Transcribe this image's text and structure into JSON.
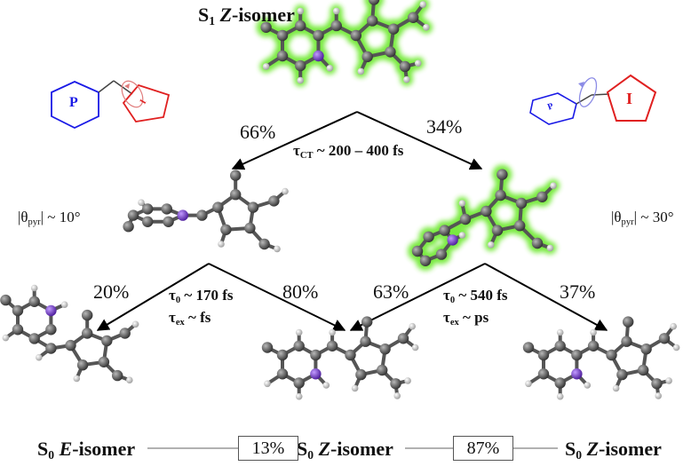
{
  "titles": {
    "s1": {
      "state": "S",
      "sub": "1",
      "iso": "Z",
      "suffix": "-isomer"
    },
    "s0_e": {
      "state": "S",
      "sub": "0",
      "iso": "E",
      "suffix": "-isomer"
    },
    "s0_z_mid": {
      "state": "S",
      "sub": "0",
      "iso": "Z",
      "suffix": "-isomer"
    },
    "s0_z_right": {
      "state": "S",
      "sub": "0",
      "iso": "Z",
      "suffix": "-isomer"
    }
  },
  "branch_top": {
    "left": "66%",
    "right": "34%"
  },
  "branch_left": {
    "left": "20%",
    "right": "80%"
  },
  "branch_right": {
    "left": "63%",
    "right": "37%"
  },
  "tau_ct": {
    "sym": "τ",
    "sub": "CT",
    "value": "~ 200 – 400 fs"
  },
  "tau_left": {
    "t0": {
      "sym": "τ",
      "sub": "0",
      "value": "~ 170 fs"
    },
    "tex": {
      "sym": "τ",
      "sub": "ex",
      "value": "~ fs"
    }
  },
  "tau_right": {
    "t0": {
      "sym": "τ",
      "sub": "0",
      "value": "~ 540 fs"
    },
    "tex": {
      "sym": "τ",
      "sub": "ex",
      "value": "~ ps"
    }
  },
  "theta_left": {
    "pre": "|θ",
    "sub": "pyr",
    "post": "| ~ 10°"
  },
  "theta_right": {
    "pre": "|θ",
    "sub": "pyr",
    "post": "| ~ 30°"
  },
  "yields": {
    "e": "13%",
    "z": "87%"
  },
  "schematic_left": {
    "ring_p": "P",
    "ring_i": "I"
  },
  "schematic_right": {
    "ring_p": "P",
    "ring_i": "I"
  },
  "colors": {
    "carbon": "#595959",
    "nitrogen": "#7a34d6",
    "hydrogen": "#e6e6e6",
    "glow": "#5fe026",
    "ring_p": "#1a1ae6",
    "ring_i": "#e02020",
    "arrow": "#000000"
  }
}
